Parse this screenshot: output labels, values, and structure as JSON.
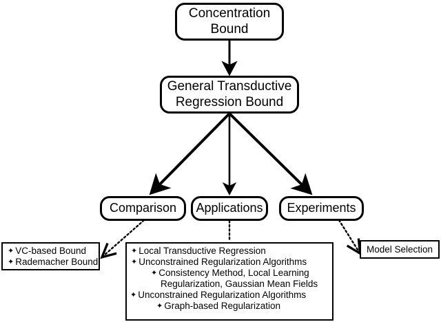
{
  "diagram": {
    "title_note": "Transductive regression bound hierarchy",
    "colors": {
      "stroke": "#000000",
      "background": "#ffffff",
      "text": "#000000"
    },
    "nodes": {
      "concentration": {
        "line1": "Concentration",
        "line2": "Bound"
      },
      "general": {
        "line1": "General Transductive",
        "line2": "Regression Bound"
      },
      "comparison": {
        "label": "Comparison"
      },
      "applications": {
        "label": "Applications"
      },
      "experiments": {
        "label": "Experiments"
      },
      "comparison_detail": {
        "bullet": "✦",
        "items": [
          "VC-based Bound",
          "Rademacher Bound"
        ]
      },
      "applications_detail": {
        "bullet": "✦",
        "lines": [
          "Local Transductive Regression",
          "Unconstrained Regularization Algorithms",
          "Consistency Method, Local Learning",
          "Regularization, Gaussian Mean Fields",
          "Unconstrained Regularization Algorithms",
          "Graph-based Regularization"
        ]
      },
      "experiments_detail": {
        "label": "Model Selection"
      }
    },
    "edges": [
      {
        "name": "concentration-to-general",
        "style": "solid-arrow"
      },
      {
        "name": "general-to-comparison",
        "style": "solid-arrow"
      },
      {
        "name": "general-to-applications",
        "style": "solid-arrow"
      },
      {
        "name": "general-to-experiments",
        "style": "solid-arrow"
      },
      {
        "name": "comparison-to-detail",
        "style": "dotted-arrow"
      },
      {
        "name": "applications-to-detail",
        "style": "dotted-arrow"
      },
      {
        "name": "experiments-to-detail",
        "style": "dotted-arrow"
      }
    ]
  }
}
